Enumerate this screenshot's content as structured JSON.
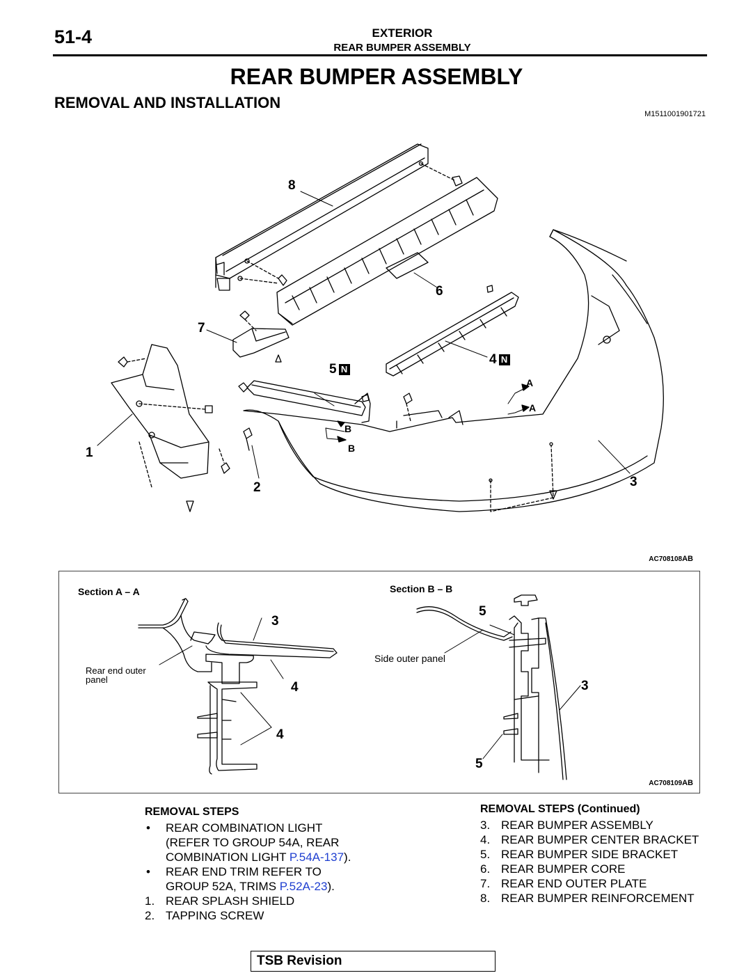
{
  "header": {
    "page_number": "51-4",
    "group": "EXTERIOR",
    "section": "REAR BUMPER ASSEMBLY"
  },
  "title": "REAR BUMPER ASSEMBLY",
  "subtitle": "REMOVAL AND INSTALLATION",
  "doc_id": "M1511001901721",
  "figure1": {
    "id_main": "AC708108",
    "id_suffix": "AB",
    "callouts": {
      "c1": "1",
      "c2": "2",
      "c3": "3",
      "c4": "4",
      "c5": "5",
      "c6": "6",
      "c7": "7",
      "c8": "8",
      "n4": "N",
      "n5": "N",
      "a1": "A",
      "a2": "A",
      "b1": "B",
      "b2": "B"
    }
  },
  "figure2": {
    "id_main": "AC708109",
    "id_suffix": "AB",
    "section_a_title": "Section A – A",
    "section_b_title": "Section B – B",
    "rear_end_outer_panel_l1": "Rear end outer",
    "rear_end_outer_panel_l2": "panel",
    "side_outer_panel": "Side outer panel",
    "callouts": {
      "a3": "3",
      "a4a": "4",
      "a4b": "4",
      "b5a": "5",
      "b3": "3",
      "b5b": "5"
    }
  },
  "removal_steps": {
    "heading": "REMOVAL STEPS",
    "items": [
      {
        "marker": "•",
        "lines": [
          "REAR COMBINATION LIGHT",
          "(REFER TO GROUP 54A, REAR",
          "COMBINATION LIGHT "
        ],
        "link": "P.54A-137",
        "tail": ")."
      },
      {
        "marker": "•",
        "lines": [
          "REAR END TRIM REFER TO",
          "GROUP 52A, TRIMS "
        ],
        "link": "P.52A-23",
        "tail": ")."
      },
      {
        "marker": "1.",
        "text": "REAR SPLASH SHIELD"
      },
      {
        "marker": "2.",
        "text": "TAPPING SCREW"
      }
    ]
  },
  "removal_steps_continued": {
    "heading": "REMOVAL STEPS (Continued)",
    "items": [
      {
        "marker": "3.",
        "text": "REAR BUMPER ASSEMBLY"
      },
      {
        "marker": "4.",
        "text": "REAR BUMPER CENTER BRACKET"
      },
      {
        "marker": "5.",
        "text": "REAR BUMPER SIDE BRACKET"
      },
      {
        "marker": "6.",
        "text": "REAR BUMPER CORE"
      },
      {
        "marker": "7.",
        "text": "REAR END OUTER PLATE"
      },
      {
        "marker": "8.",
        "text": "REAR BUMPER REINFORCEMENT"
      }
    ]
  },
  "footer": {
    "tsb_label": "TSB Revision"
  }
}
